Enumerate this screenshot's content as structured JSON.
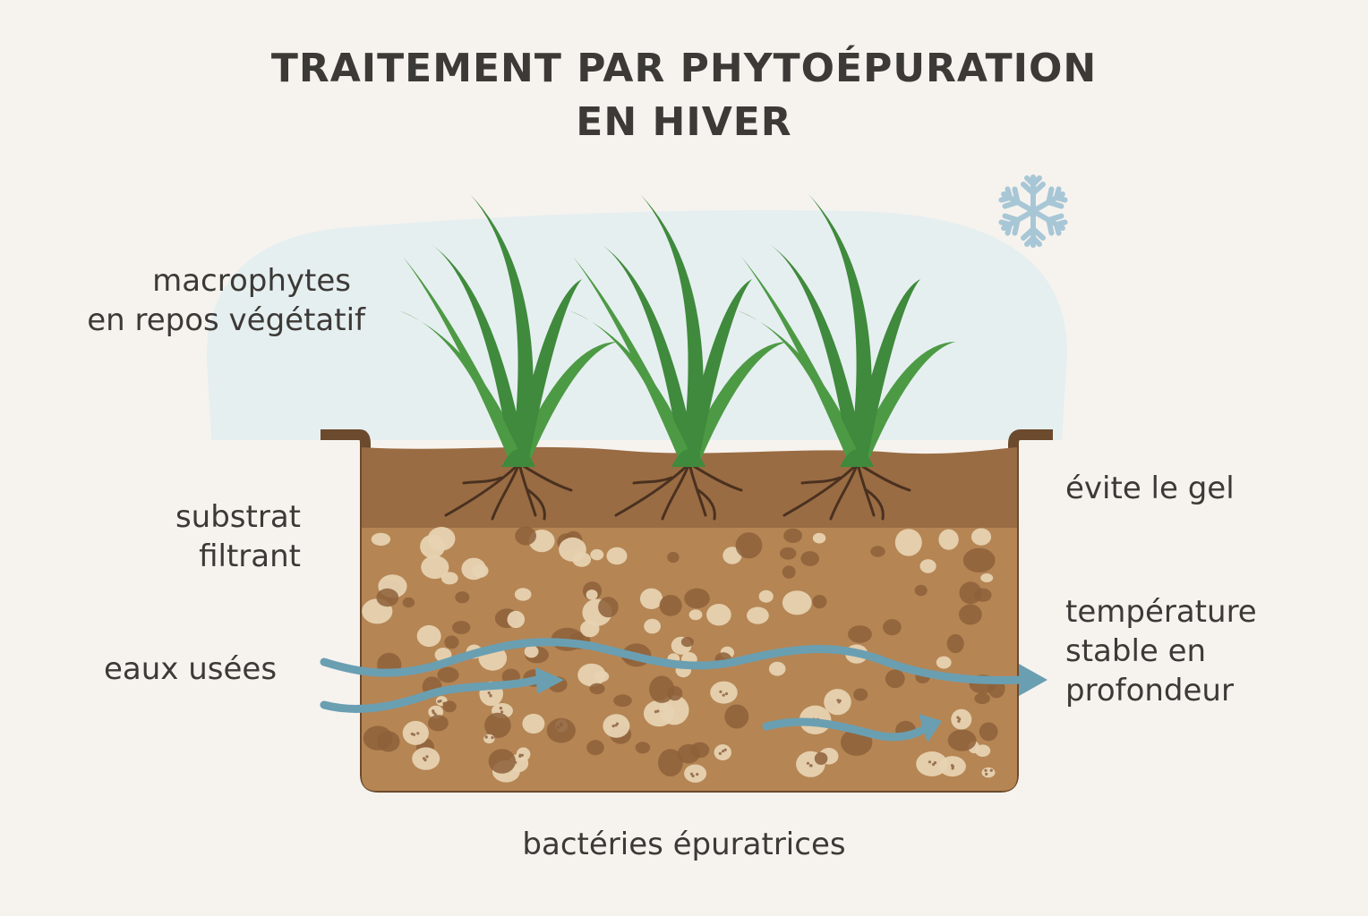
{
  "title": {
    "line1": "TRAITEMENT PAR PHYTOÉPURATION",
    "line2": "EN HIVER"
  },
  "labels": {
    "macrophytes": [
      "macrophytes",
      "en repos végétatif"
    ],
    "substrat": [
      "substrat",
      "filtrant"
    ],
    "eaux": "eaux usées",
    "gel": "évite le gel",
    "temperature": [
      "température",
      "stable en",
      "profondeur"
    ],
    "bacteries": "bactéries épuratrices"
  },
  "icons": {
    "snowflake": "snowflake-icon"
  },
  "colors": {
    "background": "#f6f3ef",
    "snow_mound": "#e6eff0",
    "container_outline": "#6b4a2d",
    "topsoil": "#9a6c43",
    "substrate": "#b58554",
    "pebble_light": "#e7d2b1",
    "pebble_dark": "#8d6039",
    "water_flow": "#6a9fb2",
    "plant_green": "#3f8a3c",
    "snowflake": "#a8c7d6",
    "text": "#3c3a37"
  }
}
